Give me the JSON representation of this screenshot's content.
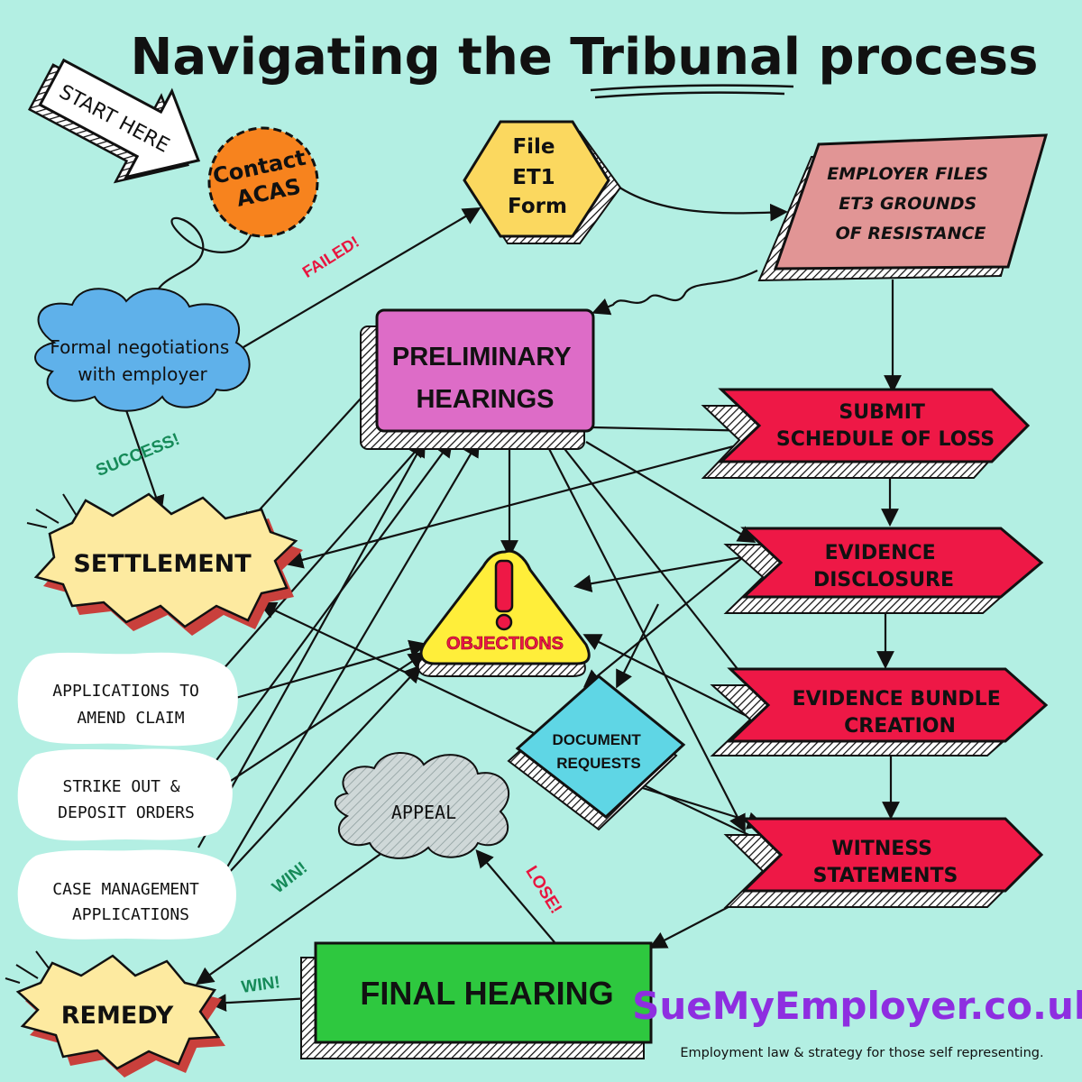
{
  "title": "Navigating the Tribunal process",
  "start_label": "START HERE",
  "nodes": {
    "contact_acas": [
      "Contact",
      "ACAS"
    ],
    "file_et1": [
      "File",
      "ET1",
      "Form"
    ],
    "employer_et3": [
      "EMPLOYER FILES",
      "ET3 GROUNDS",
      "OF RESISTANCE"
    ],
    "negotiations": [
      "Formal negotiations",
      "with employer"
    ],
    "preliminary": [
      "PRELIMINARY",
      "HEARINGS"
    ],
    "schedule_loss": [
      "SUBMIT",
      "SCHEDULE OF LOSS"
    ],
    "evidence_disclosure": [
      "EVIDENCE",
      "DISCLOSURE"
    ],
    "evidence_bundle": [
      "EVIDENCE BUNDLE",
      "CREATION"
    ],
    "witness": [
      "WITNESS",
      "STATEMENTS"
    ],
    "settlement": "SETTLEMENT",
    "objections": "OBJECTIONS",
    "document_requests": [
      "DOCUMENT",
      "REQUESTS"
    ],
    "amend_claim": [
      "APPLICATIONS TO",
      "AMEND CLAIM"
    ],
    "strike_out": [
      "STRIKE OUT &",
      "DEPOSIT ORDERS"
    ],
    "case_management": [
      "CASE MANAGEMENT",
      "APPLICATIONS"
    ],
    "appeal": "APPEAL",
    "final_hearing": "FINAL HEARING",
    "remedy": "REMEDY"
  },
  "edge_labels": {
    "failed": "FAILED!",
    "success": "SUCCESS!",
    "win_appeal": "WIN!",
    "win_final": "WIN!",
    "lose": "LOSE!"
  },
  "brand": {
    "name": "SueMyEmployer.co.uk",
    "tagline": "Employment law & strategy for those self representing."
  },
  "colors": {
    "background": "#b3efe3",
    "acas": "#f7831e",
    "et1": "#fbd85f",
    "et3": "#e19595",
    "negotiations": "#5fb1ea",
    "preliminary": "#dd6cc7",
    "red_steps": "#ee1846",
    "settlement": "#fdeaa0",
    "objections": "#ffee3a",
    "doc_requests": "#5fd6e5",
    "final_hearing": "#2ec83f",
    "brand": "#8e2ee0"
  }
}
